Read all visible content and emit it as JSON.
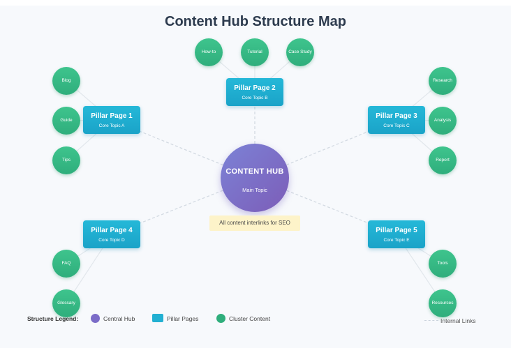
{
  "title": "Content Hub Structure Map",
  "hub": {
    "title": "CONTENT HUB",
    "subtitle": "Main Topic"
  },
  "pillars": [
    {
      "title": "Pillar Page 1",
      "subtitle": "Core Topic A"
    },
    {
      "title": "Pillar Page 2",
      "subtitle": "Core Topic B"
    },
    {
      "title": "Pillar Page 3",
      "subtitle": "Core Topic C"
    },
    {
      "title": "Pillar Page 4",
      "subtitle": "Core Topic D"
    },
    {
      "title": "Pillar Page 5",
      "subtitle": "Core Topic E"
    }
  ],
  "clusters": {
    "pillar1": [
      "Blog",
      "Guide",
      "Tips"
    ],
    "pillar2": [
      "How-to",
      "Tutorial",
      "Case Study"
    ],
    "pillar3": [
      "Research",
      "Analysis",
      "Report"
    ],
    "pillar4": [
      "FAQ",
      "Glossary"
    ],
    "pillar5": [
      "Tools",
      "Resources"
    ]
  },
  "note": "All content interlinks for SEO",
  "legend": {
    "title": "Structure Legend:",
    "hub": "Central Hub",
    "pillars": "Pillar Pages",
    "clusters": "Cluster Content",
    "links": "Internal Links"
  },
  "colors": {
    "hub": "#7b6cc8",
    "pillar": "#22b0d2",
    "cluster": "#2fae7c",
    "link": "#d3dae2",
    "note_bg": "#fdf3c9"
  }
}
